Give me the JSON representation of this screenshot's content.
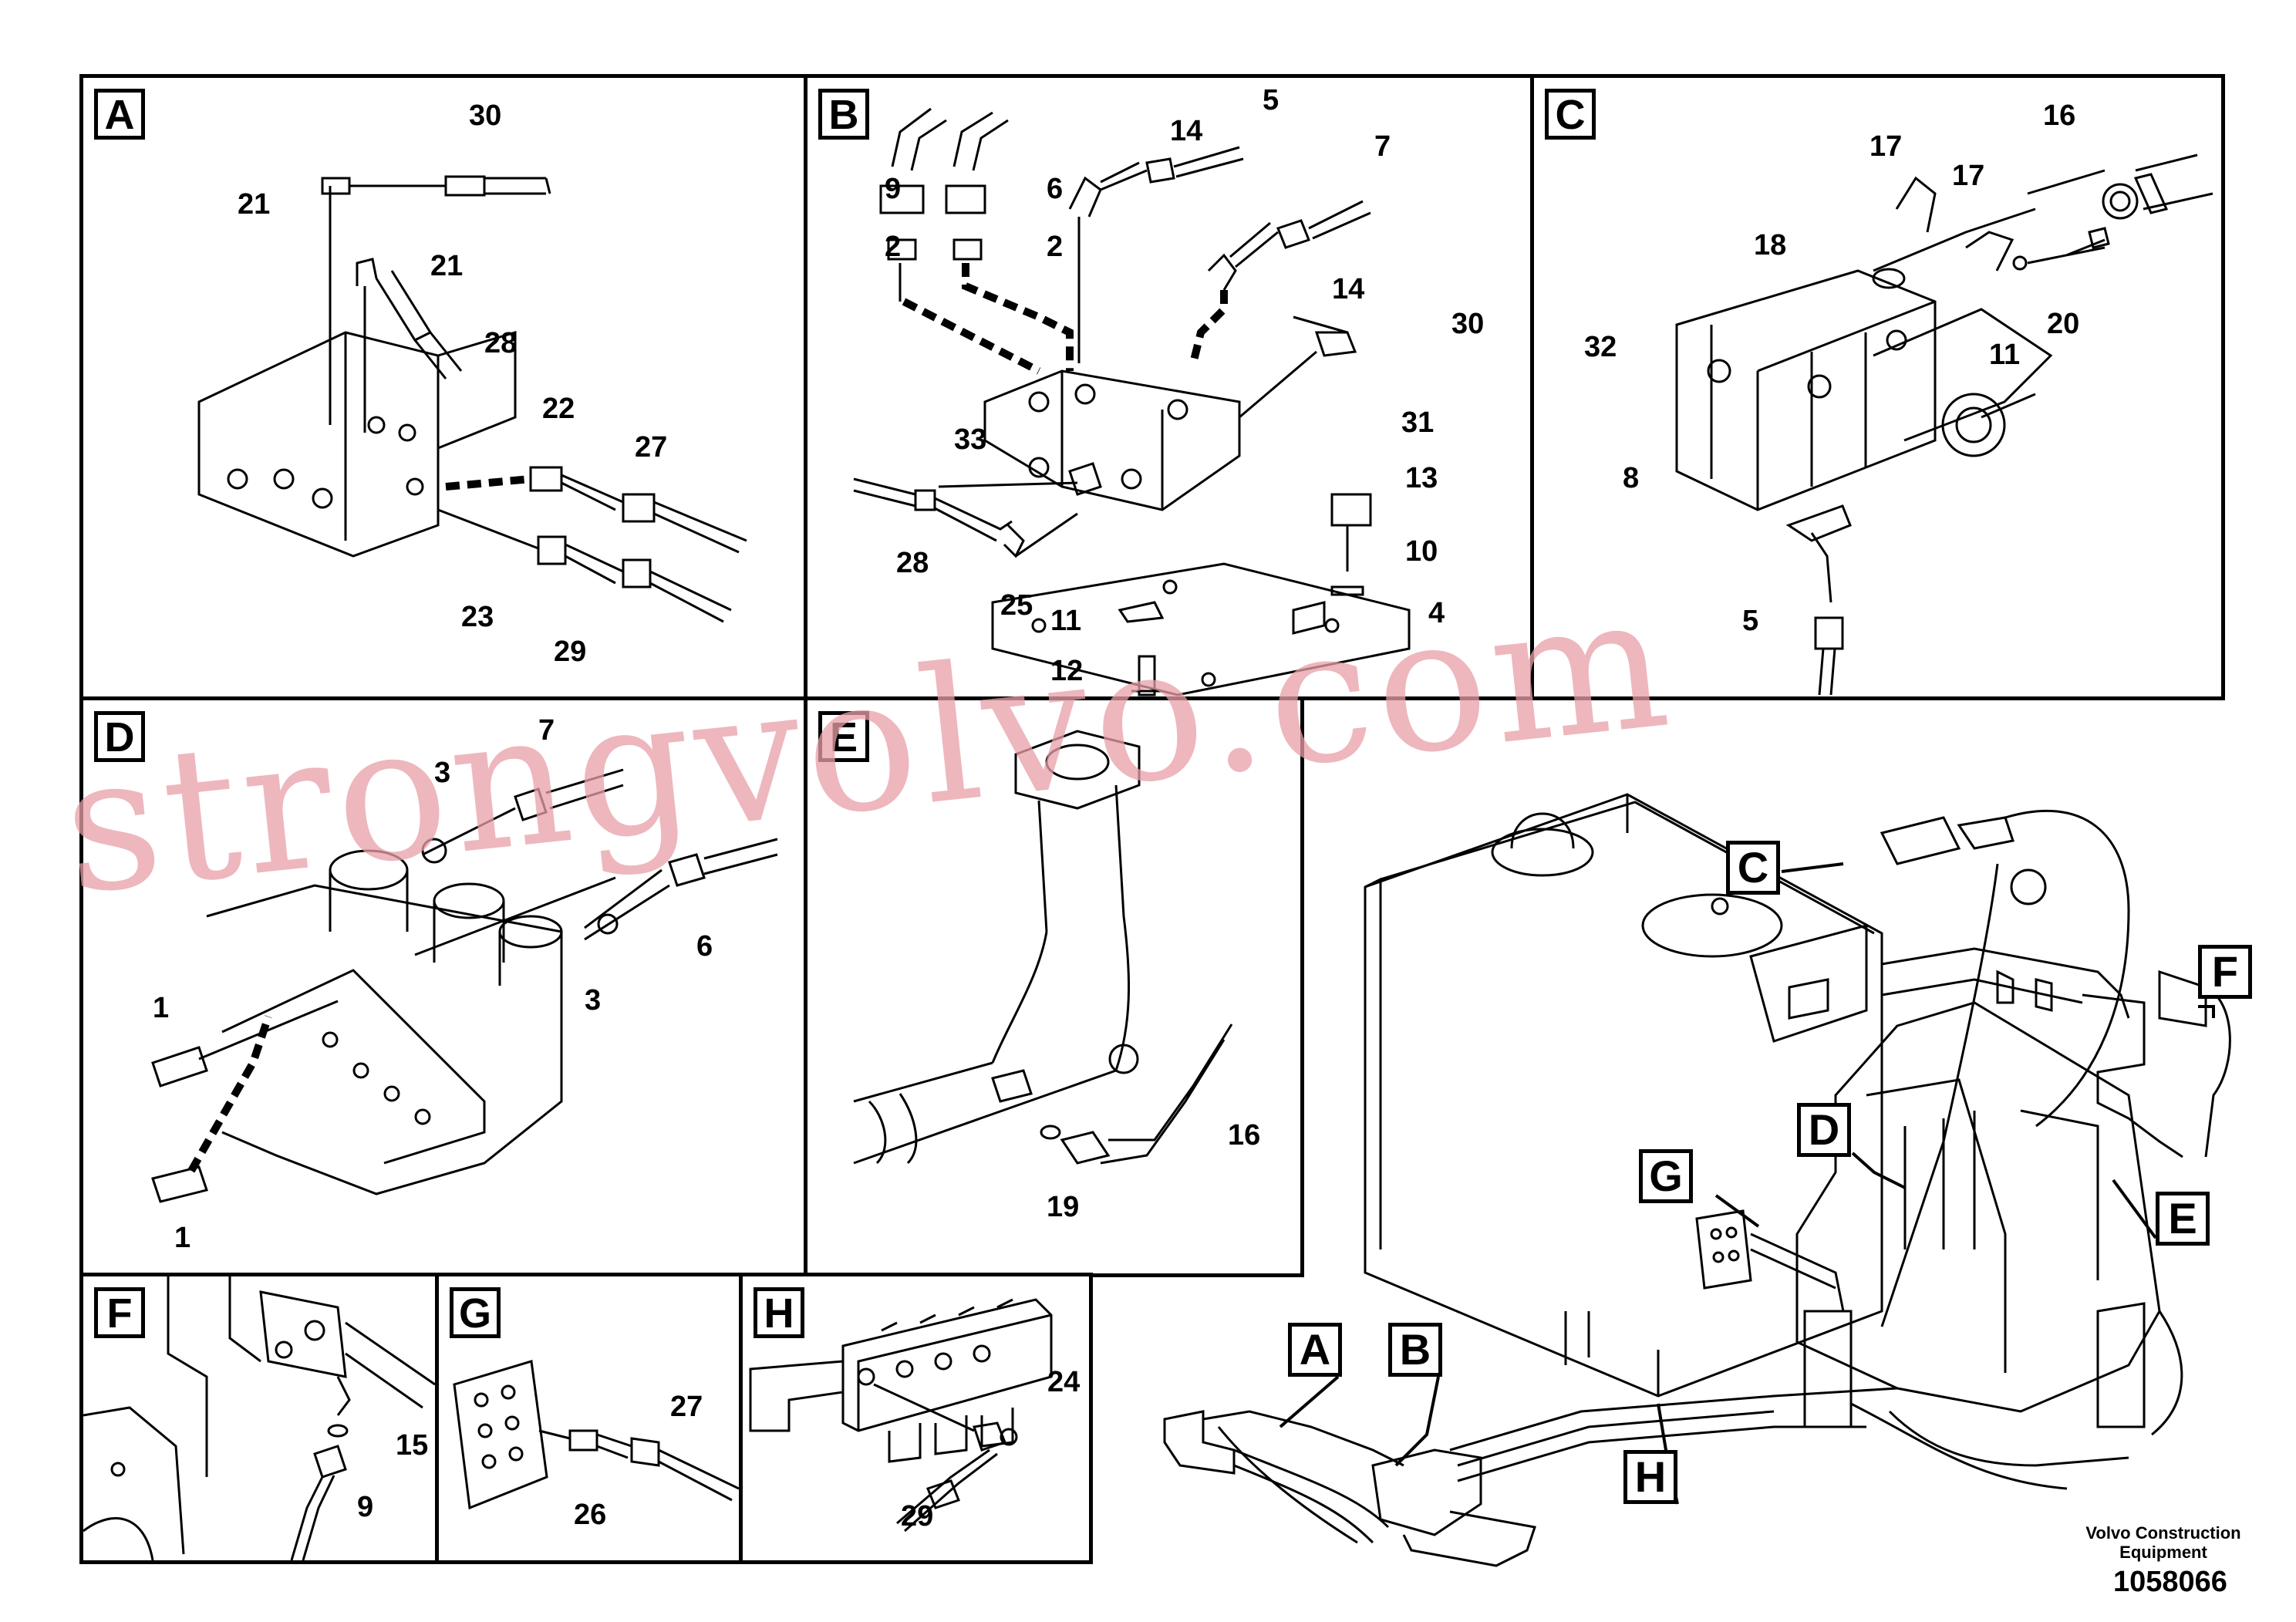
{
  "panels": [
    {
      "id": "A",
      "label": "A",
      "callouts": [
        "30",
        "21",
        "21",
        "28",
        "22",
        "27",
        "23",
        "29"
      ]
    },
    {
      "id": "B",
      "label": "B",
      "callouts": [
        "9",
        "6",
        "14",
        "5",
        "7",
        "2",
        "2",
        "14",
        "30",
        "33",
        "31",
        "13",
        "10",
        "28",
        "25",
        "11",
        "4",
        "12"
      ]
    },
    {
      "id": "C",
      "label": "C",
      "callouts": [
        "17",
        "16",
        "17",
        "18",
        "32",
        "20",
        "11",
        "8",
        "5"
      ]
    },
    {
      "id": "D",
      "label": "D",
      "callouts": [
        "7",
        "3",
        "6",
        "3",
        "1",
        "1"
      ]
    },
    {
      "id": "E",
      "label": "E",
      "callouts": [
        "16",
        "19"
      ]
    },
    {
      "id": "F",
      "label": "F",
      "callouts": [
        "15",
        "9"
      ]
    },
    {
      "id": "G",
      "label": "G",
      "callouts": [
        "27",
        "26"
      ]
    },
    {
      "id": "H",
      "label": "H",
      "callouts": [
        "24",
        "29"
      ]
    }
  ],
  "overview_tags": [
    "C",
    "F",
    "D",
    "E",
    "G",
    "A",
    "B",
    "H"
  ],
  "caption": {
    "line1": "Volvo Construction",
    "line2": "Equipment"
  },
  "document_number": "1058066",
  "watermark": "strongvolvo.com",
  "colors": {
    "line": "#000000",
    "watermark": "#e8a0a8"
  }
}
